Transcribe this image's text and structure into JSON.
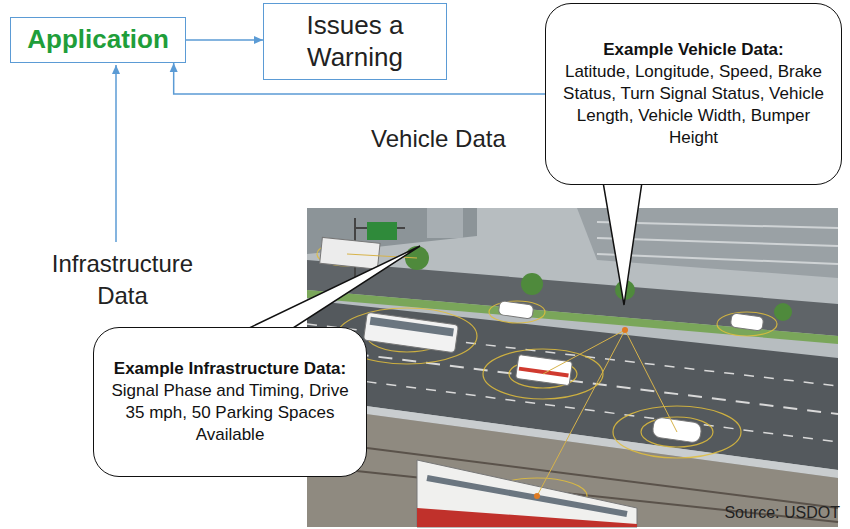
{
  "diagram": {
    "nodes": [
      {
        "text": [
          "Application"
        ]
      },
      {
        "text": [
          "Issues a Warning"
        ]
      },
      {
        "text": [
          "Example Vehicle Data:",
          "Latitude, Longitude, Speed, Brake Status, Turn Signal Status, Vehicle Length, Vehicle Width, Bumper Height"
        ]
      },
      {
        "text": [
          "Example Infrastructure Data:",
          "Signal Phase and Timing, Drive 35 mph, 50 Parking Spaces Available"
        ]
      }
    ],
    "edges": [
      {
        "from": 0,
        "to": 1,
        "arrow": "to"
      },
      {
        "from": 2,
        "to": 0,
        "arrow": "to"
      }
    ],
    "labels": [
      "Vehicle Data",
      "Infrastructure Data",
      "Source: USDOT"
    ]
  }
}
